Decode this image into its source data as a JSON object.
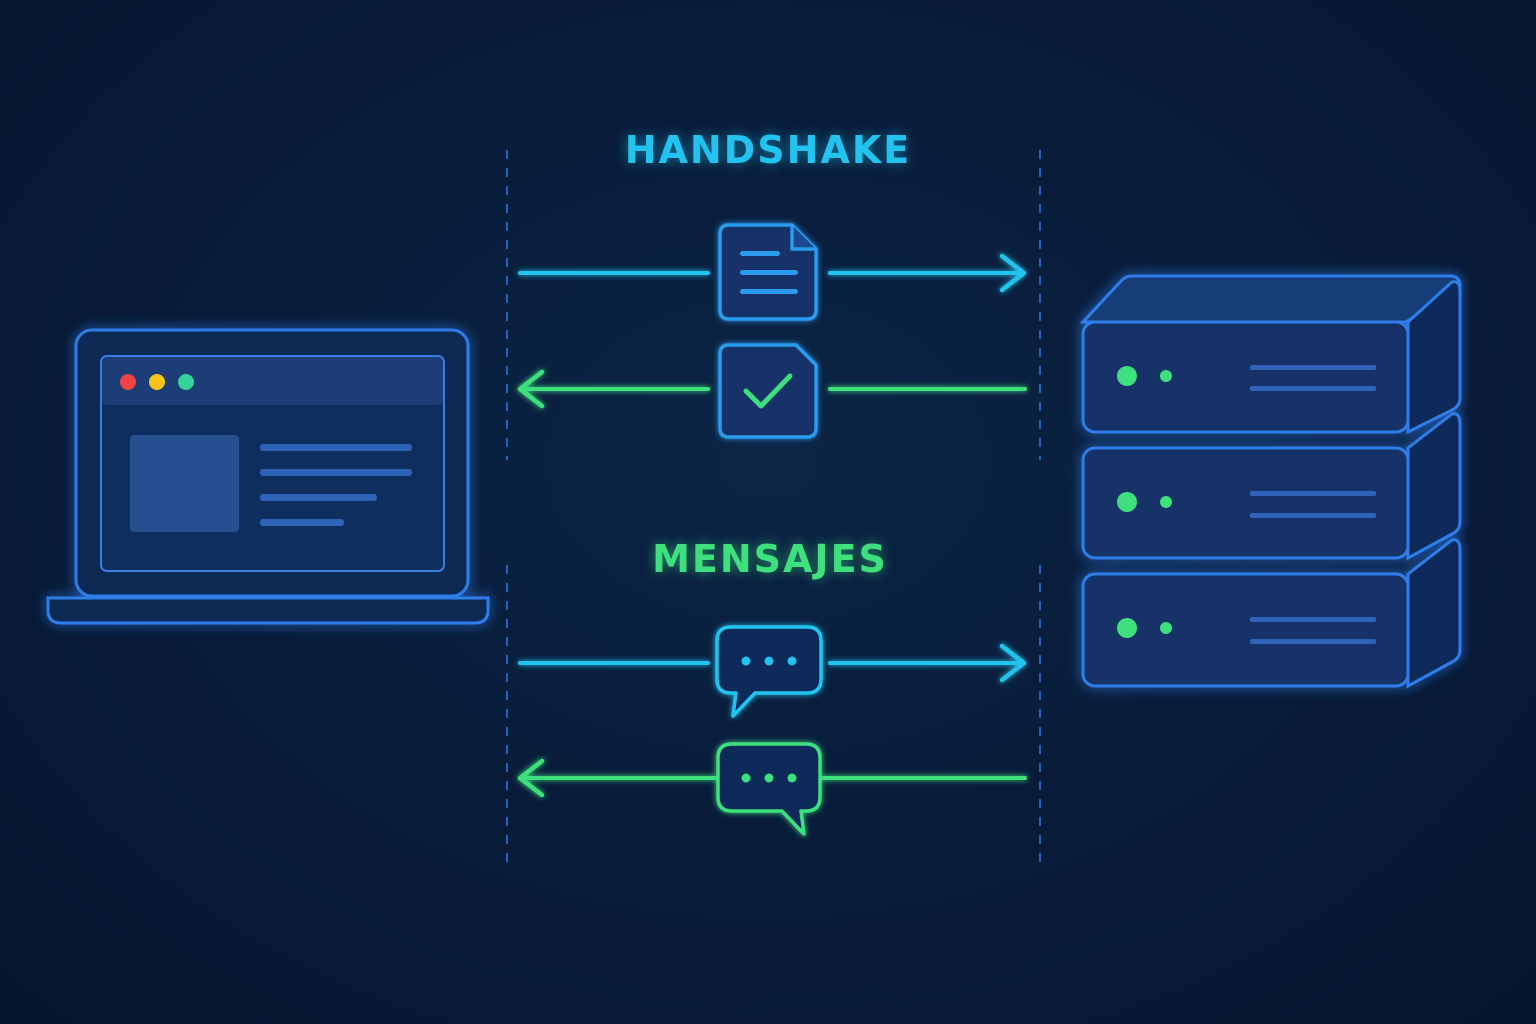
{
  "sections": {
    "handshake": {
      "title": "HANDSHAKE"
    },
    "messages": {
      "title": "MENSAJES"
    }
  },
  "colors": {
    "background": "#071a36",
    "request_cyan": "#22c3ee",
    "response_green": "#3ee07d",
    "device_blue": "#2f7de8",
    "window_dot_red": "#ef4444",
    "window_dot_yellow": "#f5c518",
    "window_dot_green": "#34d399"
  },
  "icons": {
    "client": "laptop-icon",
    "server": "server-stack-icon",
    "handshake_request": "document-icon",
    "handshake_response": "checkmark-document-icon",
    "message_out": "chat-bubble-icon",
    "message_in": "chat-bubble-icon"
  },
  "server": {
    "units": 3
  }
}
